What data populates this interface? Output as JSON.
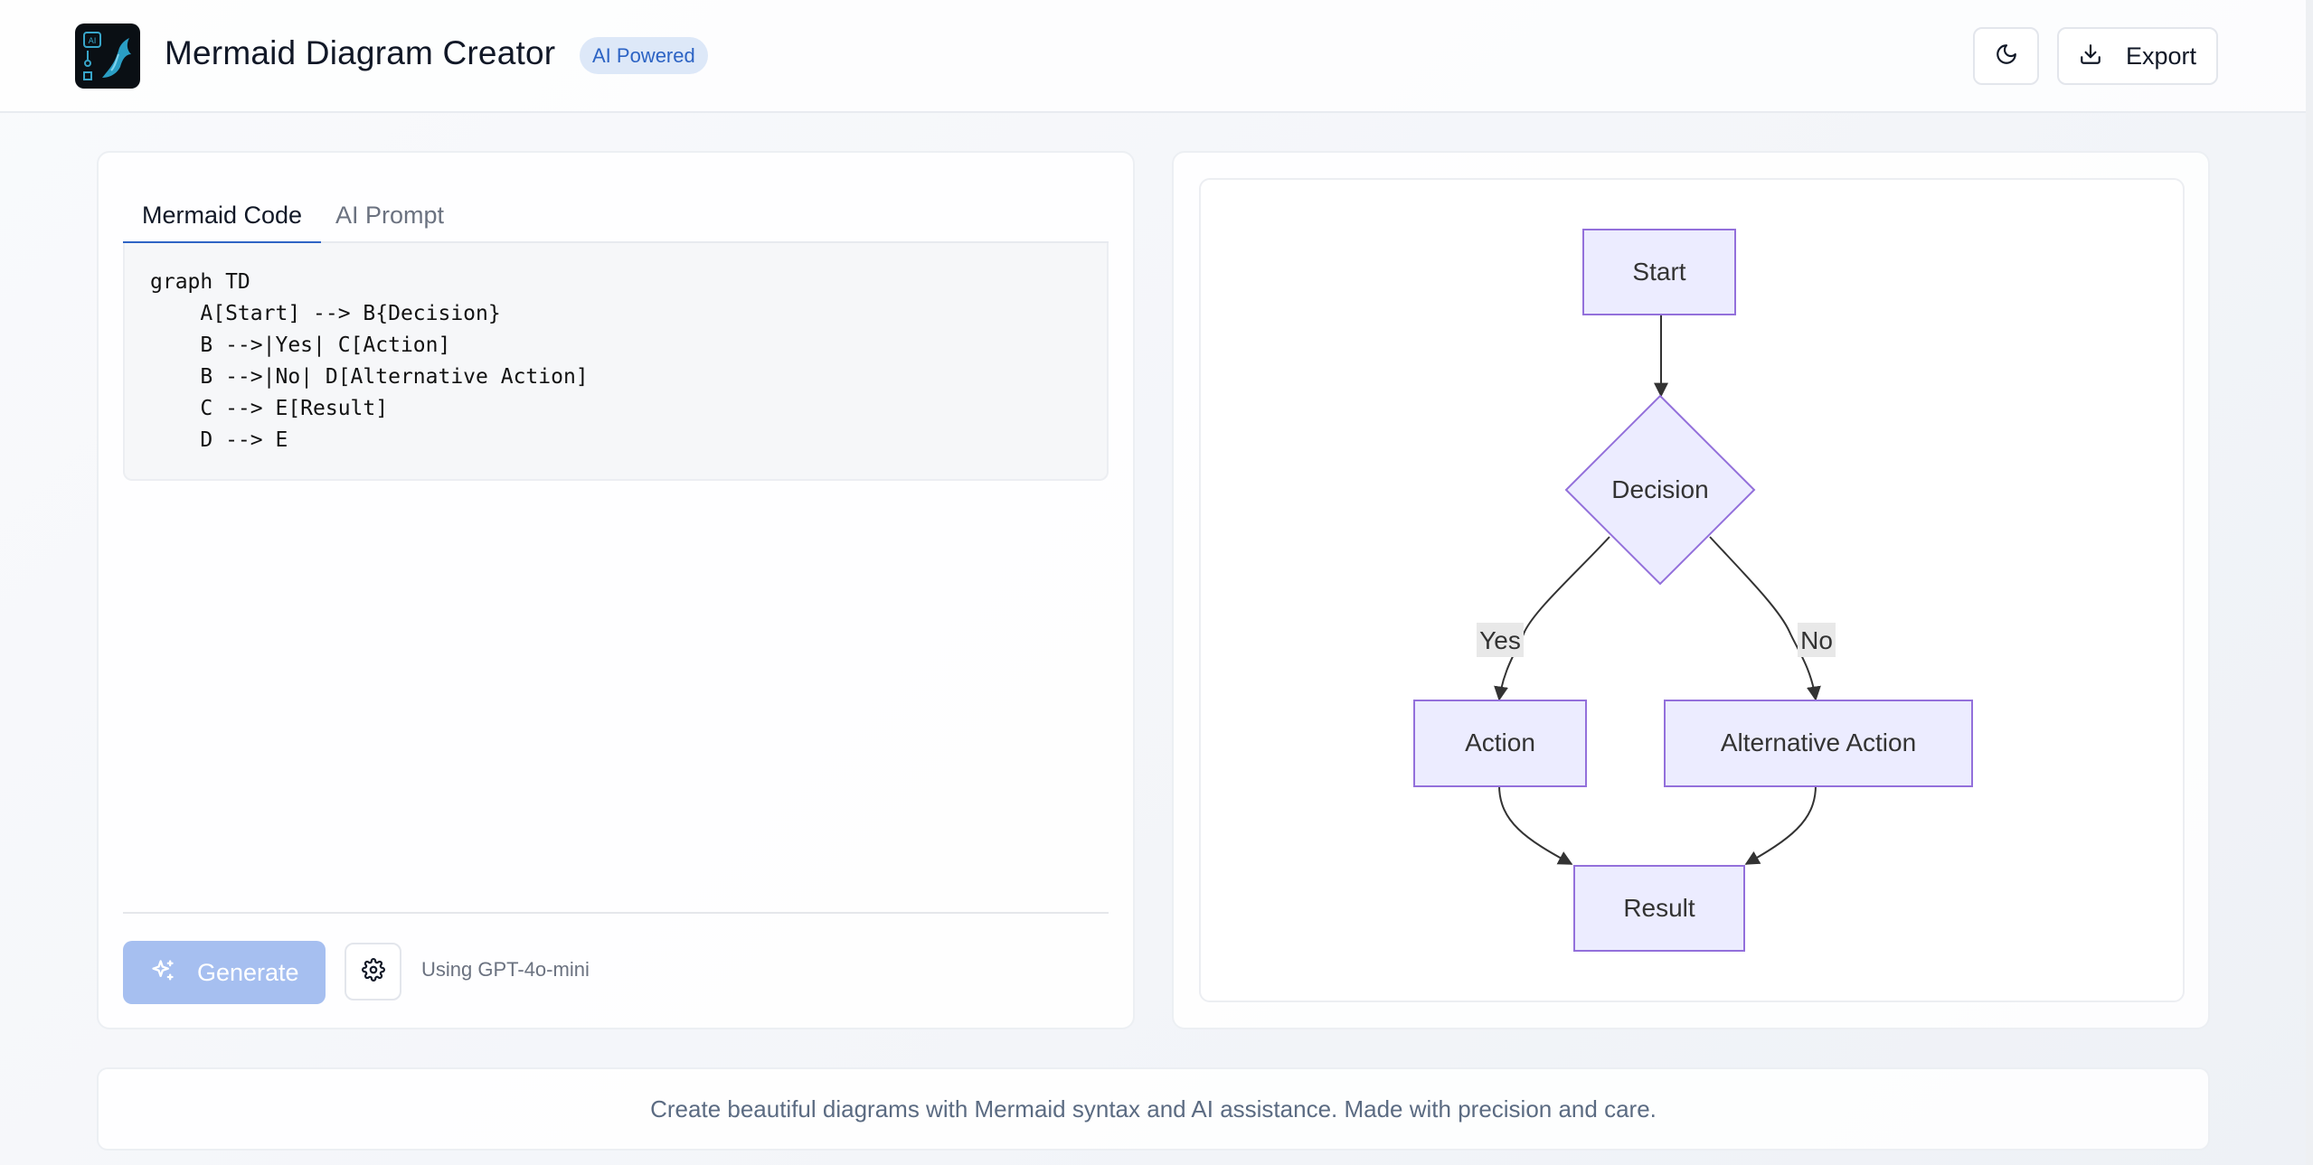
{
  "header": {
    "title": "Mermaid Diagram Creator",
    "badge": "AI Powered",
    "export_label": "Export",
    "logo_text": "AI"
  },
  "editor": {
    "tabs": [
      {
        "label": "Mermaid Code",
        "active": true
      },
      {
        "label": "AI Prompt",
        "active": false
      }
    ],
    "code_lines": [
      "graph TD",
      "    A[Start] --> B{Decision}",
      "    B -->|Yes| C[Action]",
      "    B -->|No| D[Alternative Action]",
      "    C --> E[Result]",
      "    D --> E"
    ],
    "generate_label": "Generate",
    "model_text": "Using GPT-4o-mini"
  },
  "diagram": {
    "nodes": {
      "start": "Start",
      "decision": "Decision",
      "action": "Action",
      "alt_action": "Alternative Action",
      "result": "Result"
    },
    "edge_labels": {
      "yes": "Yes",
      "no": "No"
    }
  },
  "footer": {
    "text": "Create beautiful diagrams with Mermaid syntax and AI assistance. Made with precision and care."
  },
  "colors": {
    "accent": "#2f64c5",
    "node_fill": "#ECECFF",
    "node_stroke": "#9370DB",
    "generate_button": "#a6bff0"
  },
  "icons": [
    "moon-icon",
    "download-icon",
    "sparkles-icon",
    "gear-icon",
    "mermaid-logo"
  ]
}
